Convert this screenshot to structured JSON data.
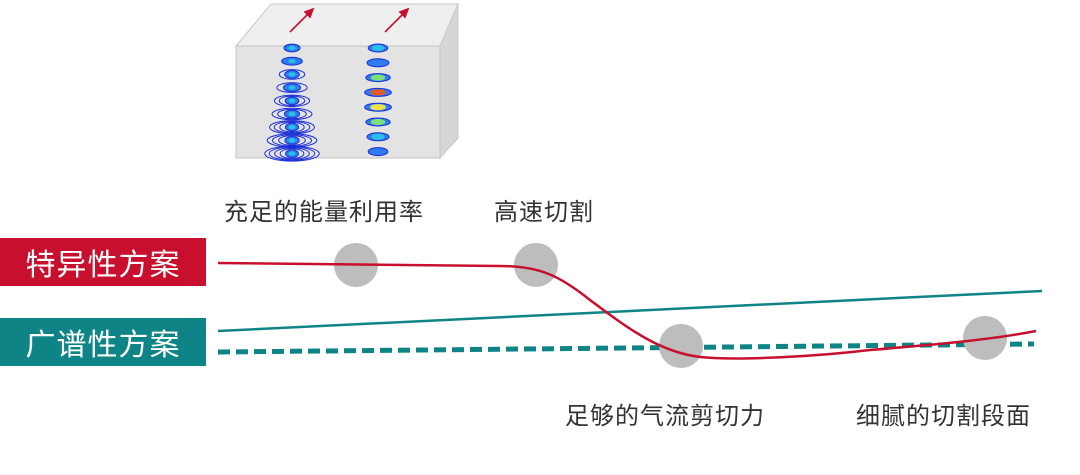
{
  "labels": {
    "specific": "特异性方案",
    "broad": "广谱性方案"
  },
  "captions": {
    "energy": "充足的能量利用率",
    "speed": "高速切割",
    "shear": "足够的气流剪切力",
    "section": "细腻的切割段面"
  },
  "colors": {
    "specific": "#c8102e",
    "broad": "#0e8486",
    "marker": "#bdbdbd",
    "text": "#333333"
  },
  "figure": {
    "type": "simulation-cube",
    "field_colors": [
      "#1a2fd6",
      "#2f7bf0",
      "#27c2e6",
      "#7de07a",
      "#f0e04a",
      "#e25a2a"
    ],
    "arrow_color": "#c8102e"
  }
}
